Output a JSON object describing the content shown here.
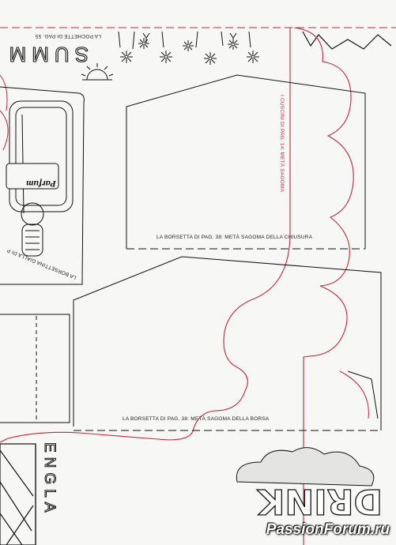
{
  "labels": {
    "pochette": "LA POCHETTE DI PAG. 55",
    "summer": "SUMM",
    "cuscini": "I CUSCINI DI PAG. 14: METÀ SAGOMA",
    "borsetta_chiusura": "LA BORSETTA DI PAG. 38: METÀ SAGOMA DELLA CHIUSURA",
    "borsetta_borsa": "LA BORSETTA DI PAG. 38: METÀ SAGOMA DELLA BORSA",
    "borsettina": "LA BORSETTINA GIALLA DI P",
    "parfum": "Parfum",
    "england": "ENGLA",
    "drink": "DRINK"
  },
  "watermark": "PassionForum.ru",
  "colors": {
    "red_outline": "#c2273a",
    "ink": "#111111",
    "paper": "#f7f7f5"
  }
}
